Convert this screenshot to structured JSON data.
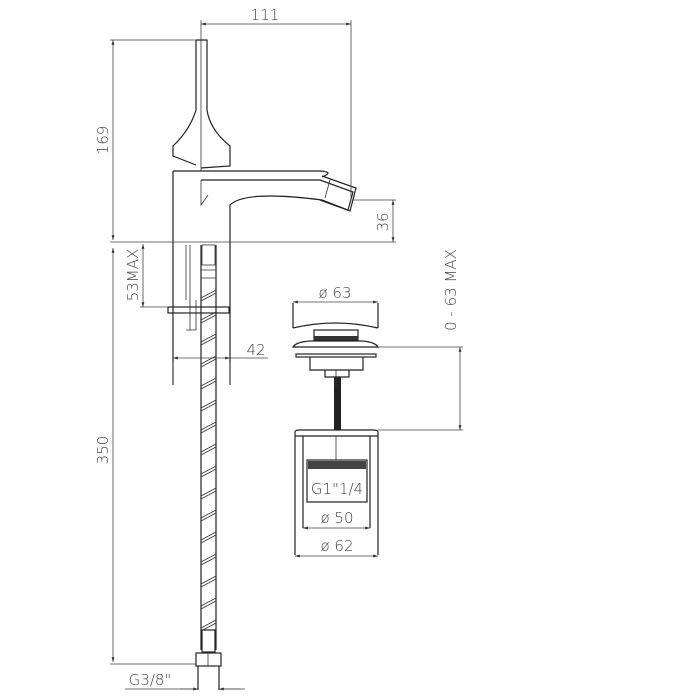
{
  "drawing": {
    "dimensions": {
      "spout_reach": "111",
      "height_above_deck": "169",
      "spout_height": "36",
      "max_deck_thickness": "53MAX",
      "body_width": "42",
      "hose_length": "350",
      "hose_connection": "G3/8\"",
      "drain_cap_diameter": "ø 63",
      "drain_thickness_range": "0 - 63 MAX",
      "drain_thread": "G1\"1/4",
      "drain_inner_diameter": "ø 50",
      "drain_outer_diameter": "ø 62"
    }
  }
}
